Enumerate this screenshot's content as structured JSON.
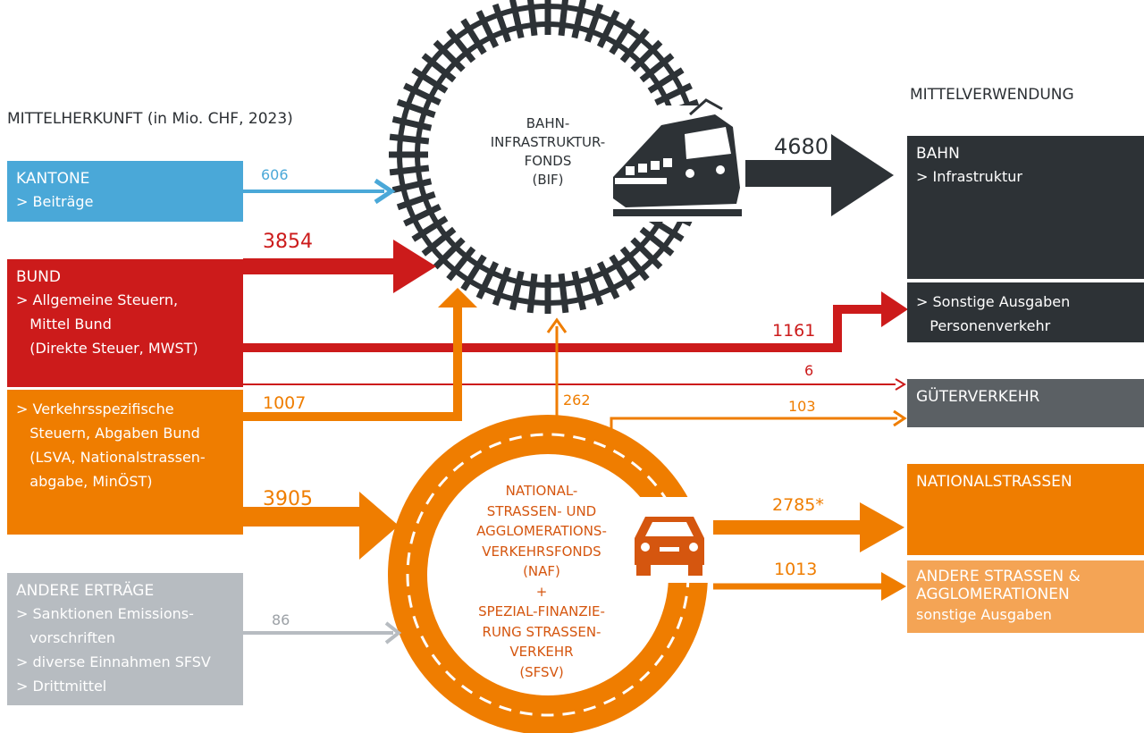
{
  "headers": {
    "left": "MITTELHERKUNFT (in Mio. CHF, 2023)",
    "right": "MITTELVERWENDUNG"
  },
  "sources": {
    "kantone": {
      "title": "KANTONE",
      "lines": [
        "> Beiträge"
      ],
      "color": "#4aa8d8"
    },
    "bund": {
      "title": "BUND",
      "lines": [
        "> Allgemeine Steuern,",
        "   Mittel Bund",
        "   (Direkte Steuer, MWST)"
      ],
      "color": "#cc1b1b"
    },
    "verkehr": {
      "lines": [
        "> Verkehrsspezifische",
        "   Steuern, Abgaben Bund",
        "   (LSVA, Nationalstrassen-",
        "   abgabe, MinÖST)"
      ],
      "color": "#ef7d00"
    },
    "andere": {
      "title": "ANDERE ERTRÄGE",
      "lines": [
        "> Sanktionen Emissions-",
        "   vorschriften",
        "> diverse Einnahmen SFSV",
        "> Drittmittel"
      ],
      "color": "#b7bcc1"
    }
  },
  "funds": {
    "bif": {
      "lines": [
        "BAHN-",
        "INFRASTRUKTUR-",
        "FONDS",
        "(BIF)"
      ]
    },
    "naf": {
      "lines": [
        "NATIONAL-",
        "STRASSEN- UND",
        "AGGLOMERATIONS-",
        "VERKEHRSFONDS",
        "(NAF)",
        "+",
        "SPEZIAL-FINANZIE-",
        "RUNG STRASSEN-",
        "VERKEHR",
        "(SFSV)"
      ]
    }
  },
  "flows": {
    "kantone_bif": "606",
    "bund_bif": "3854",
    "bund_personenverkehr": "1161",
    "bund_gueterverkehr": "6",
    "verkehr_bif": "1007",
    "naf_bif": "262",
    "naf_gueterverkehr": "103",
    "verkehr_naf": "3905",
    "andere_naf": "86",
    "bif_bahn": "4680",
    "naf_nationalstrassen": "2785*",
    "naf_andere_strassen": "1013"
  },
  "uses": {
    "bahn": {
      "title": "BAHN",
      "sub": "> Infrastruktur",
      "color": "#2d3236"
    },
    "personenverkehr": {
      "lines": [
        "> Sonstige Ausgaben",
        "   Personenverkehr"
      ],
      "color": "#2d3236"
    },
    "gueterverkehr": {
      "title": "GÜTERVERKEHR",
      "color": "#5b6064"
    },
    "nationalstrassen": {
      "title": "NATIONALSTRASSEN",
      "color": "#ef7d00"
    },
    "andere_strassen": {
      "title": "ANDERE STRASSEN &",
      "title2": "AGGLOMERATIONEN",
      "sub": "sonstige Ausgaben",
      "color": "#f4a455"
    }
  },
  "icons": [
    "train-icon",
    "car-icon",
    "rail-track-ring-icon",
    "road-ring-icon"
  ]
}
